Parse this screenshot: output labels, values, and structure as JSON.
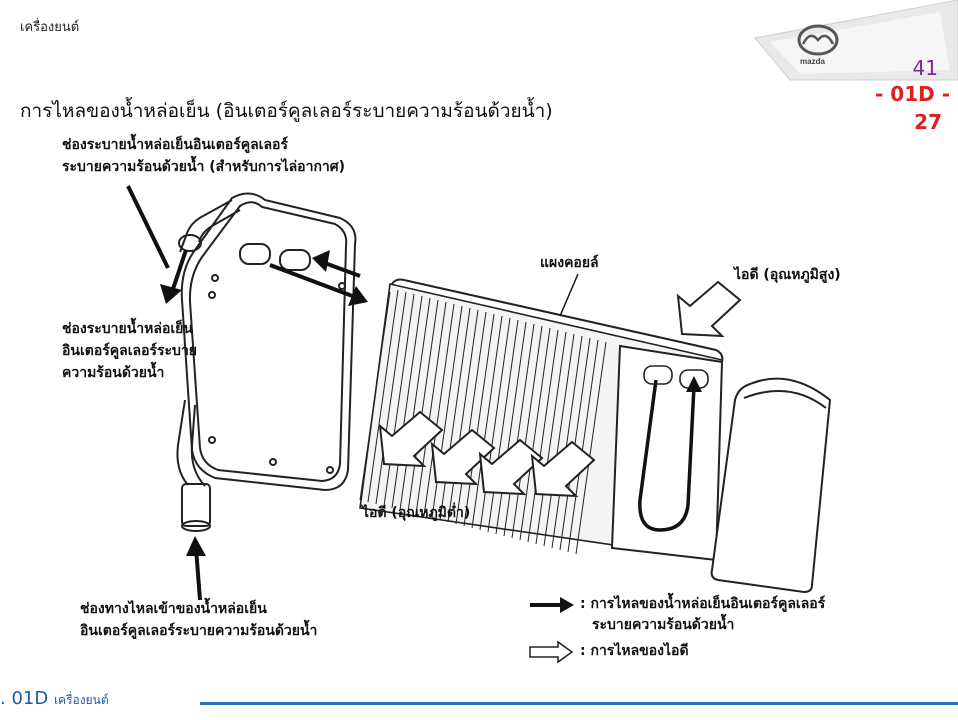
{
  "header": {
    "section": "เครื่องยนต์"
  },
  "page": {
    "number": "41",
    "code_line1": "- 01D -",
    "code_line2": "27"
  },
  "title": "การไหลของน้ำหล่อเย็น (อินเตอร์คูลเลอร์ระบายความร้อนด้วยน้ำ)",
  "callouts": {
    "outlet_air_line1": "ช่องระบายน้ำหล่อเย็นอินเตอร์คูลเลอร์",
    "outlet_air_line2": "ระบายความร้อนด้วยน้ำ (สำหรับการไล่อากาศ)",
    "outlet_line1": "ช่องระบายน้ำหล่อเย็น",
    "outlet_line2": "อินเตอร์คูลเลอร์ระบาย",
    "outlet_line3": "ความร้อนด้วยน้ำ",
    "core": "แผงคอยล์",
    "intake_hot": "ไอดี (อุณหภูมิสูง)",
    "intake_cool": "ไอดี (อุณหภูมิต่ำ)",
    "inlet_line1": "ช่องทางไหลเข้าของน้ำหล่อเย็น",
    "inlet_line2": "อินเตอร์คูลเลอร์ระบายความร้อนด้วยน้ำ"
  },
  "legend": {
    "coolant_line1": ": การไหลของน้ำหล่อเย็นอินเตอร์คูลเลอร์",
    "coolant_line2": "ระบายความร้อนด้วยน้ำ",
    "air": ": การไหลของไอดี"
  },
  "footer": {
    "code": ". 01D",
    "section": "เครื่องยนต์"
  },
  "brand": {
    "logo_text": "mazda"
  },
  "colors": {
    "page_number": "#7b2a8e",
    "code": "#e02020",
    "footer": "#1e5ba8"
  }
}
